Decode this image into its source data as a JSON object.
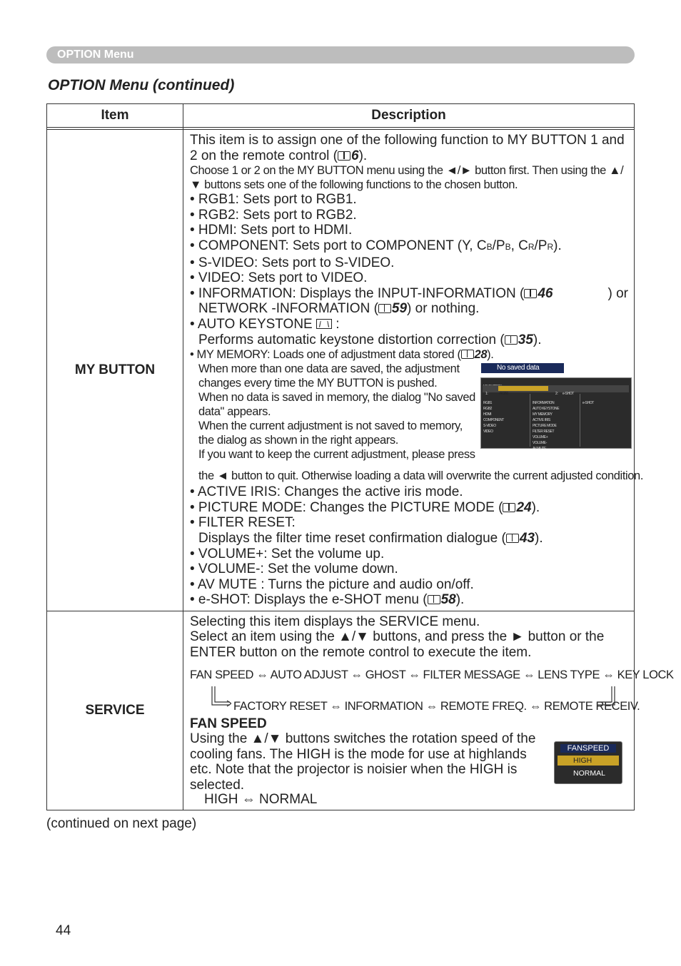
{
  "header": {
    "section": "OPTION Menu"
  },
  "title": "OPTION Menu (continued)",
  "table": {
    "col_item": "Item",
    "col_desc": "Description"
  },
  "my_button": {
    "item": "MY BUTTON",
    "intro_a": "This item is to assign one of the following function to MY BUTTON 1 and 2 on the remote control (",
    "intro_ref": "6",
    "intro_b": ").",
    "note": "Choose 1 or 2 on the MY BUTTON menu using the ◄/► button first. Then using the ▲/▼ buttons sets one of the following functions to the chosen button.",
    "rgb1": "• RGB1: Sets port to RGB1.",
    "rgb2": "• RGB2: Sets port to RGB2.",
    "hdmi": "• HDMI: Sets port to HDMI.",
    "comp_a": "• COMPONENT: Sets port to COMPONENT (Y, C",
    "comp_sub1": "B",
    "comp_b": "/P",
    "comp_sub2": "B",
    "comp_c": ", C",
    "comp_sub3": "R",
    "comp_d": "/P",
    "comp_sub4": "R",
    "comp_e": ").",
    "svideo": "• S-VIDEO: Sets port to S-VIDEO.",
    "video": "• VIDEO: Sets port to VIDEO.",
    "info_a": "• INFORMATION: Displays the INPUT-INFORMATION (",
    "info_ref1": "46",
    "info_b": ") or",
    "info_c": "NETWORK -INFORMATION (",
    "info_ref2": "59",
    "info_d": ") or nothing.",
    "keystone": "• AUTO KEYSTONE",
    "keystone_colon": ":",
    "keystone_desc_a": "Performs automatic keystone distortion correction (",
    "keystone_ref": "35",
    "keystone_desc_b": ").",
    "memory_a": "• MY MEMORY: Loads one of adjustment data stored (",
    "memory_ref": "28",
    "memory_b": ").",
    "memory_l1": "When more than one data are saved, the adjustment changes every time the MY BUTTON is pushed.",
    "memory_l2": "When no data is saved in memory, the dialog \"No saved data\" appears.",
    "memory_l3": "When the current adjustment is not saved to memory, the dialog as shown in the right appears.",
    "memory_l4": "If you want to keep the current adjustment, please press",
    "memory_l5": "the ◄ button to quit. Otherwise loading a data will overwrite the current adjusted condition.",
    "nosaved": "No saved data",
    "iris": "• ACTIVE IRIS: Changes the active iris mode.",
    "picture_a": "• PICTURE MODE: Changes the PICTURE MODE (",
    "picture_ref": "24",
    "picture_b": ").",
    "filter": "• FILTER RESET:",
    "filter_desc_a": "Displays the filter time reset confirmation dialogue (",
    "filter_ref": "43",
    "filter_desc_b": ").",
    "volup": "• VOLUME+: Set the volume up.",
    "voldown": "• VOLUME-: Set the volume down.",
    "avmute": "• AV MUTE : Turns the picture and audio on/off.",
    "eshot_a": "• e-SHOT: Displays the e-SHOT menu (",
    "eshot_ref": "58",
    "eshot_b": ")."
  },
  "menu_shot": {
    "title": "MY BUTTON",
    "left": [
      "RGB1",
      "RGB2",
      "HDMI",
      "COMPONENT",
      "S-VIDEO",
      "VIDEO"
    ],
    "mid": [
      "INFORMATION",
      "AUTO KEYSTONE",
      "MY MEMORY",
      "ACTIVE IRIS",
      "PICTURE MODE",
      "FILTER RESET",
      "VOLUME+",
      "VOLUME-",
      "AV MUTE"
    ],
    "right": "e-SHOT",
    "sel1": "1:",
    "sel1v": "RGB1",
    "sel2": "2:",
    "sel2v": "e-SHOT"
  },
  "service": {
    "item": "SERVICE",
    "intro1": "Selecting this item displays the SERVICE menu.",
    "intro2": "Select an item using the ▲/▼ buttons, and press the ► button or the ENTER button on the remote control to execute the item.",
    "flow1": "FAN SPEED ⇔ AUTO ADJUST ⇔ GHOST ⇔ FILTER MESSAGE ⇔ LENS TYPE ⇔ KEY LOCK",
    "flow2": "FACTORY RESET ⇔ INFORMATION ⇔ REMOTE FREQ. ⇔ REMOTE RECEIV.",
    "fan_heading": "FAN SPEED",
    "fan_desc": "Using the ▲/▼ buttons switches the rotation speed of the cooling fans. The HIGH is the mode for use at highlands etc. Note that the projector is noisier when the HIGH is selected.",
    "fan_opts": "HIGH ⇔ NORMAL",
    "fan_shot_title": "FANSPEED",
    "fan_shot_high": "HIGH",
    "fan_shot_normal": "NORMAL"
  },
  "footer": {
    "continued": "(continued on next page)",
    "page": "44"
  }
}
